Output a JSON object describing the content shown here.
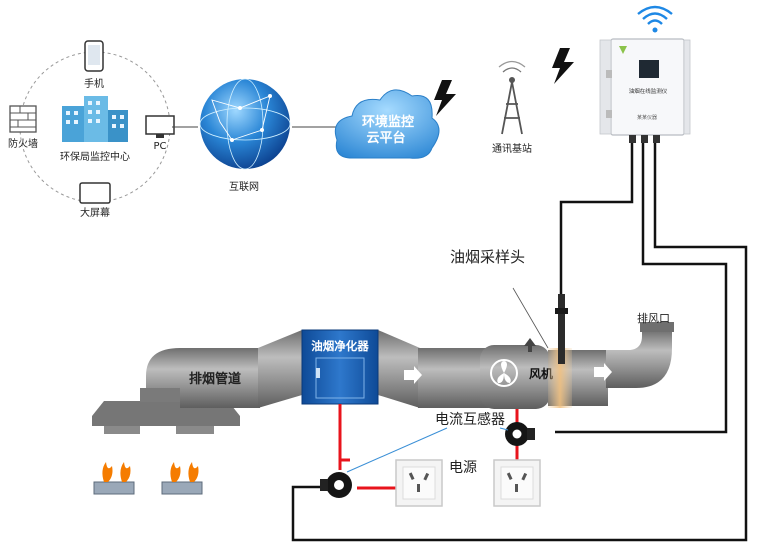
{
  "monitoring_center": {
    "phone": "手机",
    "firewall": "防火墙",
    "pc": "PC",
    "center": "环保局监控中心",
    "big_screen": "大屏幕"
  },
  "internet": "互联网",
  "cloud_platform": [
    "环境监控",
    "云平台"
  ],
  "base_station": "通讯基站",
  "monitor_device": {
    "title": "油烟在线监测仪",
    "brand": "某某仪器"
  },
  "sampling_head": "油烟采样头",
  "exhaust_outlet": "排风口",
  "duct": "排烟管道",
  "purifier": "油烟净化器",
  "fan": "风机",
  "current_transformer": "电流互感器",
  "power": "电源",
  "colors": {
    "duct": "#8c8c8c",
    "purifier": "#1a5fb0",
    "earth": "#1d6fc4",
    "cloud": "#3d9ee0",
    "red_wire": "#e8141c",
    "black_wire": "#111111"
  }
}
